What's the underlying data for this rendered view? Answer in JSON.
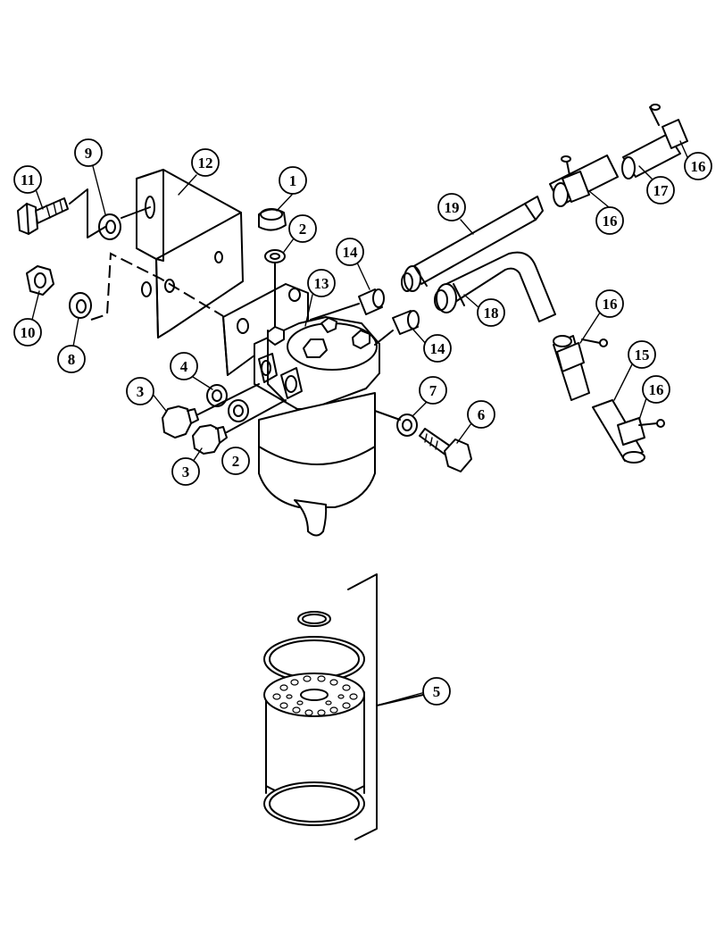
{
  "callouts": [
    {
      "id": "callout-1",
      "label": "1"
    },
    {
      "id": "callout-2a",
      "label": "2"
    },
    {
      "id": "callout-2b",
      "label": "2"
    },
    {
      "id": "callout-3a",
      "label": "3"
    },
    {
      "id": "callout-3b",
      "label": "3"
    },
    {
      "id": "callout-4",
      "label": "4"
    },
    {
      "id": "callout-5",
      "label": "5"
    },
    {
      "id": "callout-6",
      "label": "6"
    },
    {
      "id": "callout-7",
      "label": "7"
    },
    {
      "id": "callout-8",
      "label": "8"
    },
    {
      "id": "callout-9",
      "label": "9"
    },
    {
      "id": "callout-10",
      "label": "10"
    },
    {
      "id": "callout-11",
      "label": "11"
    },
    {
      "id": "callout-12",
      "label": "12"
    },
    {
      "id": "callout-13",
      "label": "13"
    },
    {
      "id": "callout-14a",
      "label": "14"
    },
    {
      "id": "callout-14b",
      "label": "14"
    },
    {
      "id": "callout-15",
      "label": "15"
    },
    {
      "id": "callout-16a",
      "label": "16"
    },
    {
      "id": "callout-16b",
      "label": "16"
    },
    {
      "id": "callout-16c",
      "label": "16"
    },
    {
      "id": "callout-16d",
      "label": "16"
    },
    {
      "id": "callout-17",
      "label": "17"
    },
    {
      "id": "callout-18",
      "label": "18"
    },
    {
      "id": "callout-19",
      "label": "19"
    }
  ]
}
